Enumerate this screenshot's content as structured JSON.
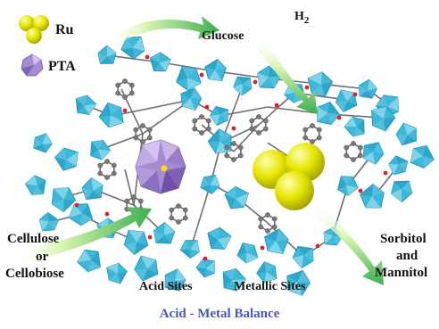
{
  "legend": {
    "ru_label": "Ru",
    "pta_label": "PTA"
  },
  "labels": {
    "glucose": "Glucose",
    "h2_main": "H",
    "h2_sub": "2",
    "cellulose": "Cellulose",
    "or": "or",
    "cellobiose": "Cellobiose",
    "acid_sites": "Acid Sites",
    "metallic_sites": "Metallic Sites",
    "sorbitol": "Sorbitol",
    "and": "and",
    "mannitol": "Mannitol",
    "caption": "Acid - Metal Balance"
  },
  "colors": {
    "polyhedra": "#3fb7d8",
    "polyhedra_dark": "#1f8fb3",
    "linker": "#6f6f6f",
    "oxygen": "#d62626",
    "ru_sphere": "#e6e600",
    "pta": "#9a7fc7",
    "pta_dark": "#6f52a6",
    "arrow_start": "#b8e986",
    "arrow_end": "#2fa84f",
    "caption": "#4b55c0"
  },
  "icons": {
    "ru": "yellow-spheres-icon",
    "pta": "purple-polyhedron-icon"
  }
}
